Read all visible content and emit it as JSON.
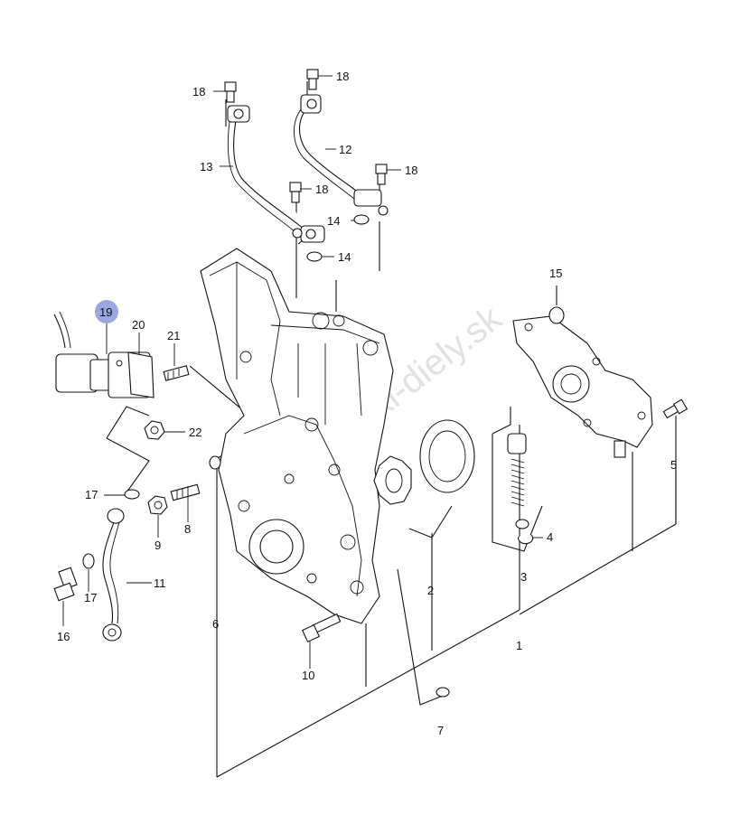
{
  "watermark": "www.suzuki-diely.sk",
  "highlight_color": "#9aa8dd",
  "labels": {
    "p1": "1",
    "p2": "2",
    "p3": "3",
    "p4": "4",
    "p5": "5",
    "p6": "6",
    "p7": "7",
    "p8": "8",
    "p9": "9",
    "p10": "10",
    "p11": "11",
    "p12": "12",
    "p13": "13",
    "p14a": "14",
    "p14b": "14",
    "p15": "15",
    "p16": "16",
    "p17a": "17",
    "p17b": "17",
    "p18a": "18",
    "p18b": "18",
    "p18c": "18",
    "p18d": "18",
    "p19": "19",
    "p20": "20",
    "p21": "21",
    "p22": "22"
  }
}
